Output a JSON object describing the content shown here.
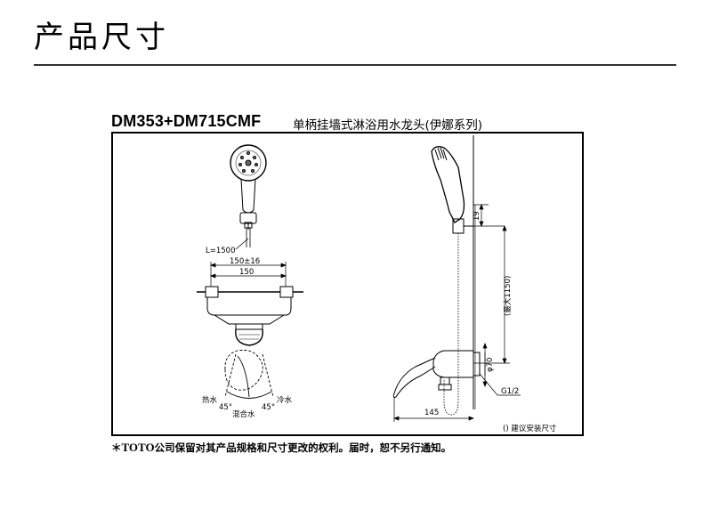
{
  "header": {
    "title": "产品尺寸"
  },
  "product": {
    "model": "DM353+DM715CMF",
    "description": "单柄挂墙式淋浴用水龙头(伊娜系列)"
  },
  "diagram": {
    "hose_label": "L=1500",
    "dim_outer": "150±16",
    "dim_inner": "150",
    "label_hot": "热水",
    "label_cold": "冷水",
    "angle_left": "45°",
    "angle_right": "45°",
    "label_mixed": "混合水",
    "dim_19": "19",
    "dim_max_1150": "(最大1150)",
    "dim_phi70": "φ70",
    "thread": "G1/2",
    "dim_145": "145",
    "legend_install": "() 建议安装尺寸"
  },
  "footer": {
    "prefix": "＊",
    "brand": "TOTO",
    "note": "公司保留对其产品规格和尺寸更改的权利。届时，恕不另行通知。"
  }
}
